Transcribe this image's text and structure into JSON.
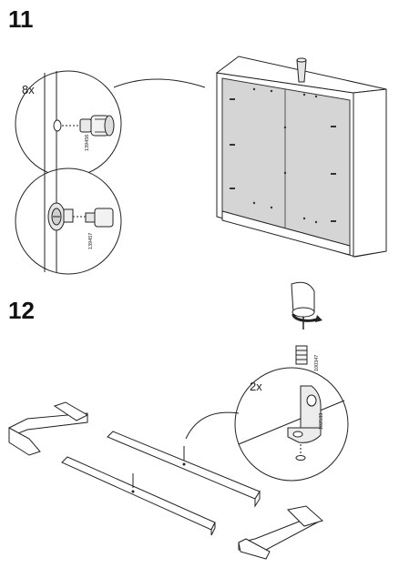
{
  "step11": {
    "number": "11",
    "quantity": "8x",
    "part_codes": [
      "139456",
      "139457"
    ]
  },
  "step12": {
    "number": "12",
    "quantity": "2x",
    "part_codes": [
      "100347",
      "102533"
    ]
  }
}
